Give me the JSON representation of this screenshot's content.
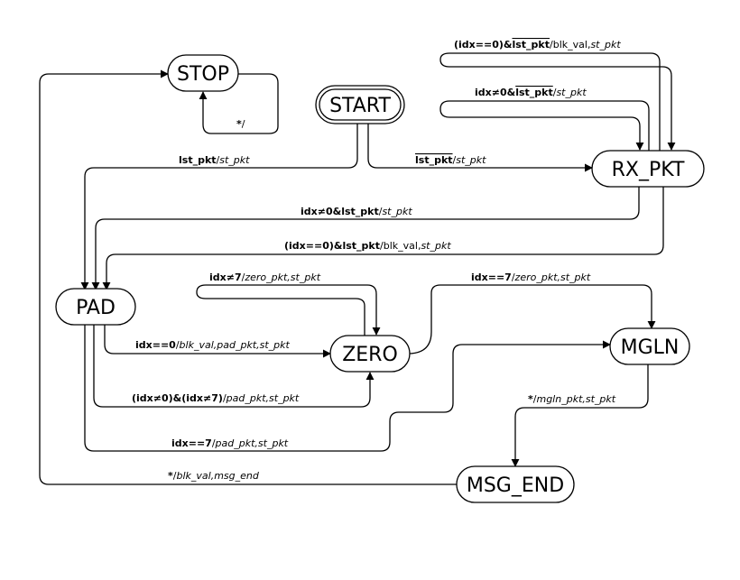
{
  "states": {
    "stop": "STOP",
    "start": "START",
    "rx_pkt": "RX_PKT",
    "pad": "PAD",
    "zero": "ZERO",
    "mgln": "MGLN",
    "msg_end": "MSG_END"
  },
  "transitions": {
    "stop_self": {
      "cond": "*",
      "act": ""
    },
    "rx_self_1": {
      "cond": "(idx==0)&",
      "cond2": "lst_pkt",
      "act1": "blk_val",
      "act2": "st_pkt"
    },
    "rx_self_2": {
      "cond": "idx≠0&",
      "cond2": "lst_pkt",
      "act": "st_pkt"
    },
    "start_to_pad": {
      "cond": "lst_pkt",
      "act": "st_pkt"
    },
    "start_to_rx": {
      "cond": "lst_pkt",
      "act": "st_pkt"
    },
    "rx_to_pad_1": {
      "cond": "idx≠0&lst_pkt",
      "act": "st_pkt"
    },
    "rx_to_pad_2": {
      "cond": "(idx==0)&lst_pkt",
      "act1": "blk_val",
      "act2": "st_pkt"
    },
    "zero_self": {
      "cond": "idx≠7",
      "act": "zero_pkt,st_pkt"
    },
    "zero_to_mgln": {
      "cond": "idx==7",
      "act": "zero_pkt,st_pkt"
    },
    "pad_to_zero_1": {
      "cond": "idx==0",
      "act": "blk_val,pad_pkt,st_pkt"
    },
    "pad_to_zero_2": {
      "cond": "(idx≠0)&(idx≠7)",
      "act": "pad_pkt,st_pkt"
    },
    "pad_to_mgln": {
      "cond": "idx==7",
      "act": "pad_pkt,st_pkt"
    },
    "mgln_to_msgend": {
      "cond": "*",
      "act": "mgln_pkt,st_pkt"
    },
    "msgend_to_stop": {
      "cond": "*",
      "act": "blk_val,msg_end"
    }
  }
}
